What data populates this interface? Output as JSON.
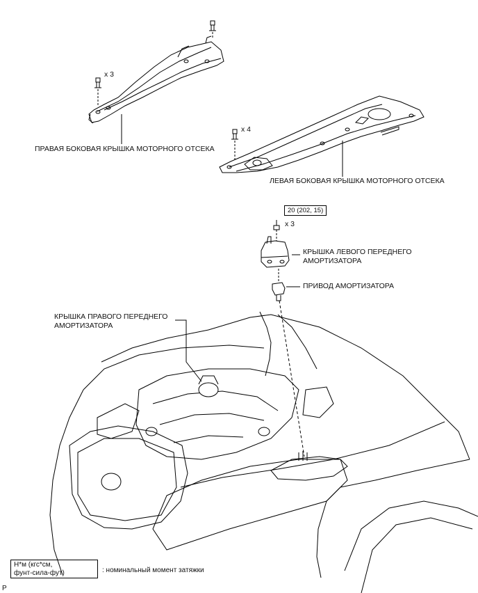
{
  "parts": {
    "right_cover": "ПРАВАЯ БОКОВАЯ КРЫШКА МОТОРНОГО ОТСЕКА",
    "left_cover": "ЛЕВАЯ БОКОВАЯ КРЫШКА МОТОРНОГО ОТСЕКА",
    "left_shock_cover_line1": "КРЫШКА ЛЕВОГО ПЕРЕДНЕГО",
    "left_shock_cover_line2": "АМОРТИЗАТОРА",
    "shock_actuator": "ПРИВОД АМОРТИЗАТОРА",
    "right_shock_cover_line1": "КРЫШКА ПРАВОГО ПЕРЕДНЕГО",
    "right_shock_cover_line2": "АМОРТИЗАТОРА"
  },
  "quantities": {
    "right_clips": "x 3",
    "left_clips": "x 4",
    "nuts": "x 3"
  },
  "torque": {
    "value": "20 (202, 15)"
  },
  "legend": {
    "box_line1": "Н*м (кгс*см,",
    "box_line2": "фунт-сила-фут)",
    "description": ": номинальный момент затяжки"
  },
  "page_mark": "P"
}
